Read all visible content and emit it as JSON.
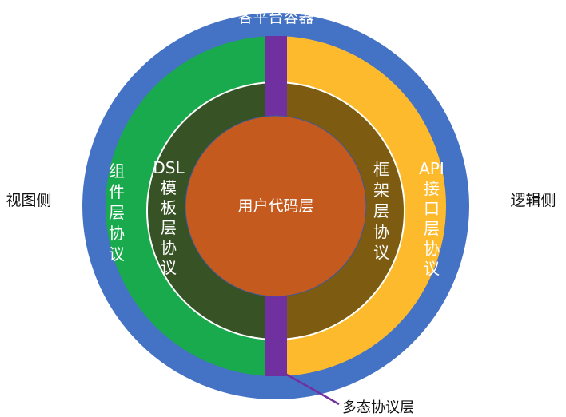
{
  "diagram": {
    "outer_ring_label": "各平台容器",
    "left_side_label": "视图侧",
    "right_side_label": "逻辑侧",
    "left_outer_half_label": [
      "组",
      "件",
      "层",
      "协",
      "议"
    ],
    "left_inner_half_label": [
      "DSL",
      "模",
      "板",
      "层",
      "协",
      "议"
    ],
    "right_inner_half_label": [
      "框",
      "架",
      "层",
      "协",
      "议"
    ],
    "right_outer_half_label": [
      "API",
      "接",
      "口",
      "层",
      "协",
      "议"
    ],
    "core_label": "用户代码层",
    "callout_label": "多态协议层"
  },
  "colors": {
    "outer_ring": "#4472C4",
    "left_outer_half": "#1AAA4E",
    "right_outer_half": "#FDBA2C",
    "left_inner_half": "#375224",
    "right_inner_half": "#7D5C12",
    "core": "#C55A1F",
    "bridge": "#7030A0",
    "divider": "#ffffff"
  }
}
